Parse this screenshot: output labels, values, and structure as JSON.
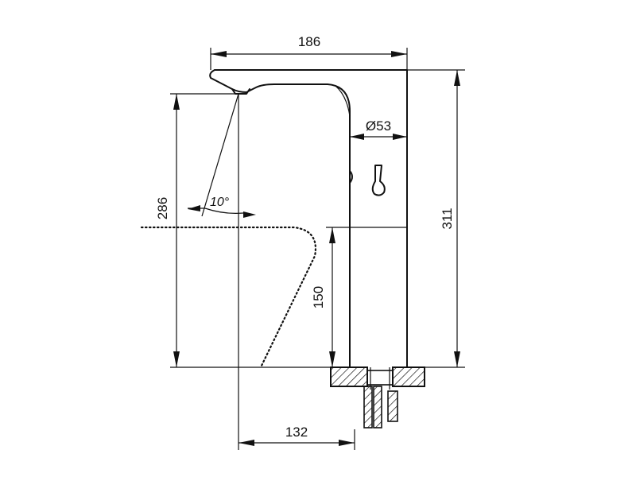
{
  "dimensions": {
    "spout_length": "186",
    "diameter": "Ø53",
    "total_height": "311",
    "spout_height": "286",
    "sensor_height": "150",
    "spout_reach": "132",
    "spray_angle": "10°"
  }
}
